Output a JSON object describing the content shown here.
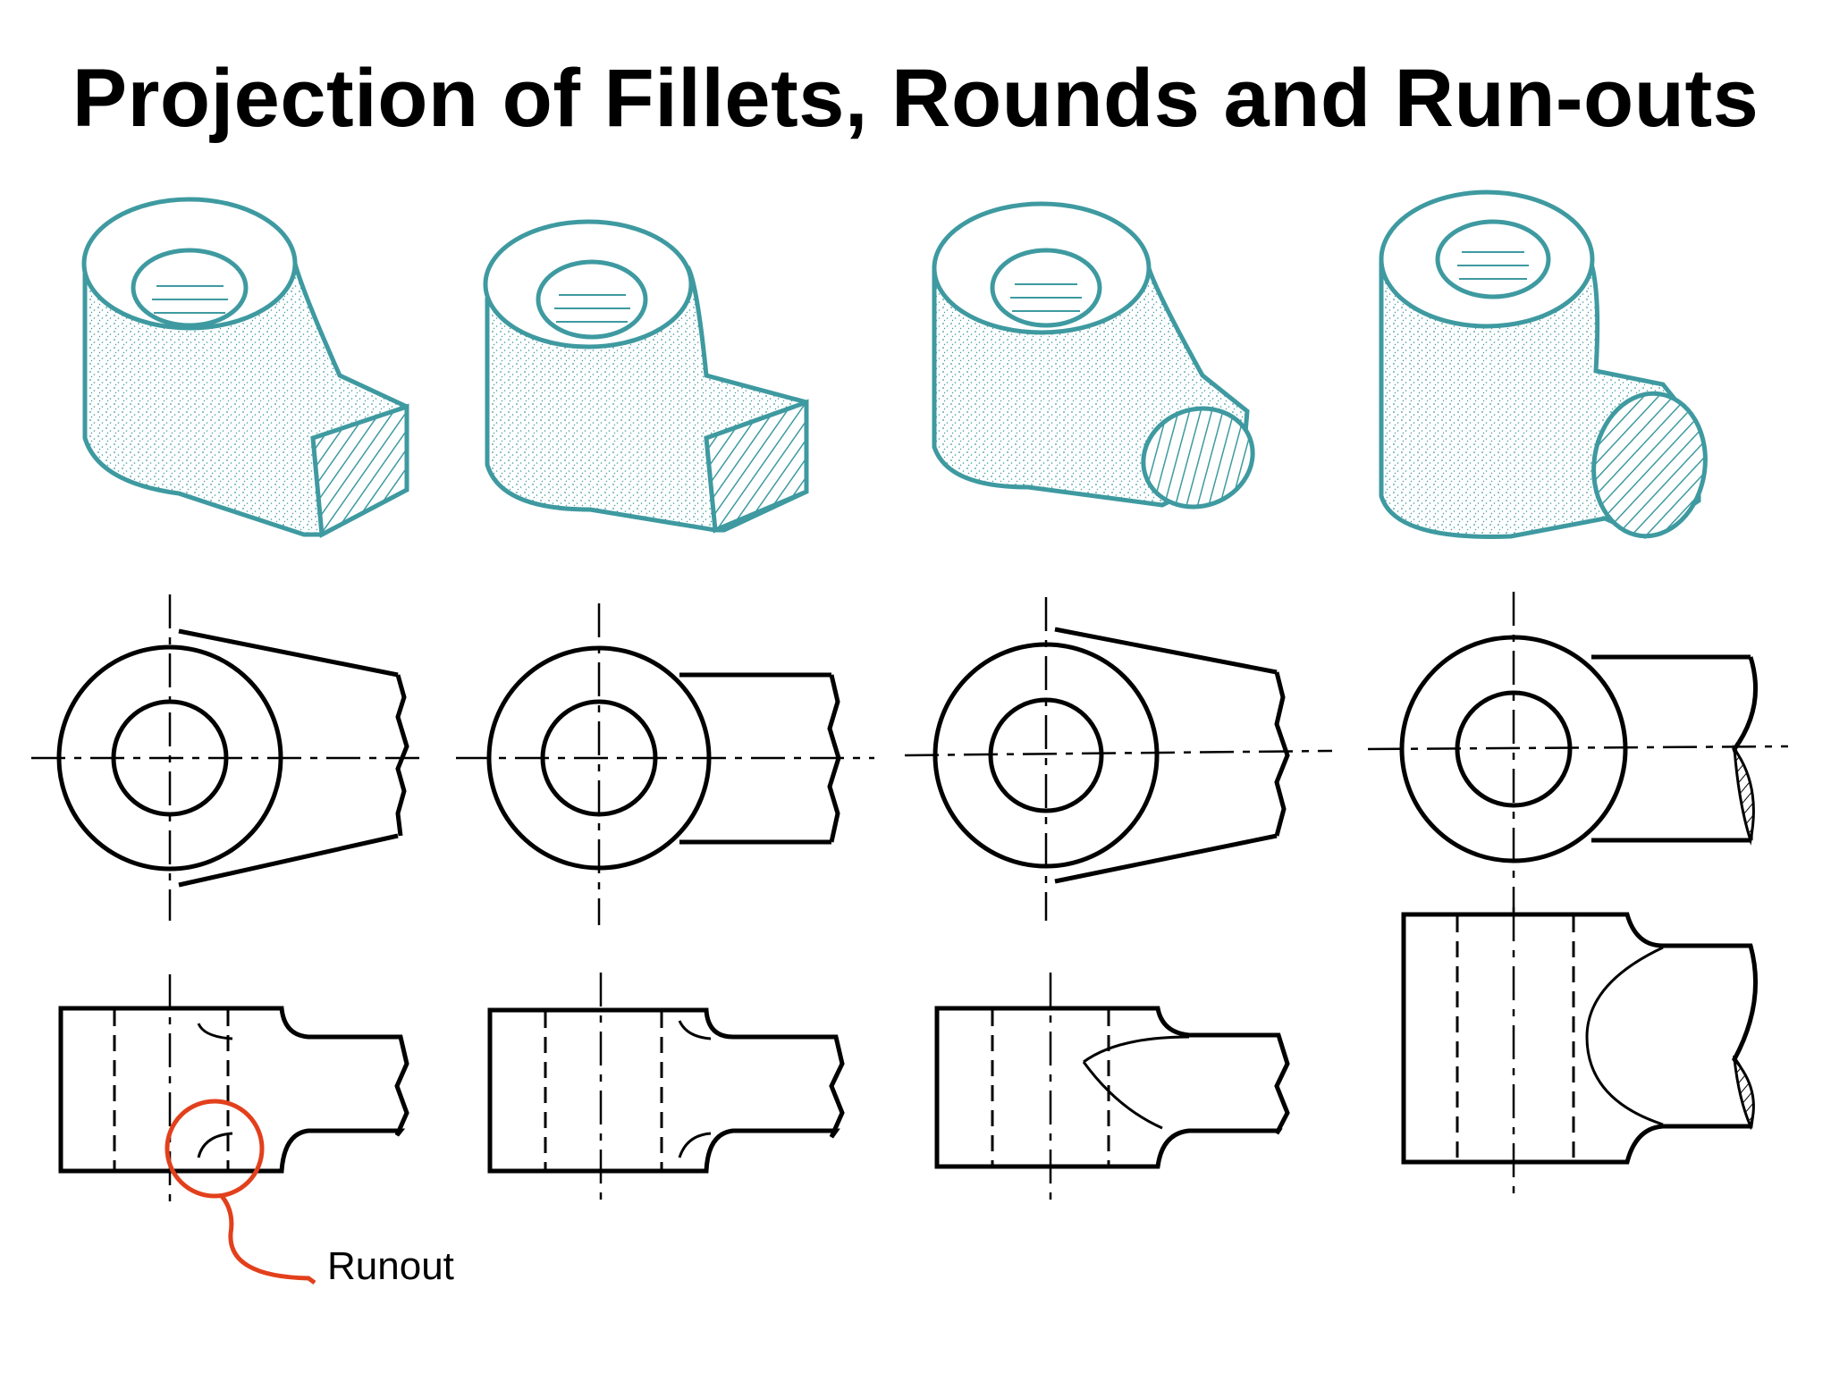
{
  "slide": {
    "title": "Projection of Fillets, Rounds and Run-outs",
    "callout_label": "Runout"
  },
  "colors": {
    "iso_outline": "#3e9aa0",
    "iso_fill": "#e2eef0",
    "line": "#000000",
    "callout": "#e2401c"
  },
  "figures": [
    {
      "column": 1,
      "neck": "tapered",
      "end": "rectangular"
    },
    {
      "column": 2,
      "neck": "straight",
      "end": "rectangular"
    },
    {
      "column": 3,
      "neck": "tapered",
      "end": "round"
    },
    {
      "column": 4,
      "neck": "straight",
      "end": "round"
    }
  ]
}
